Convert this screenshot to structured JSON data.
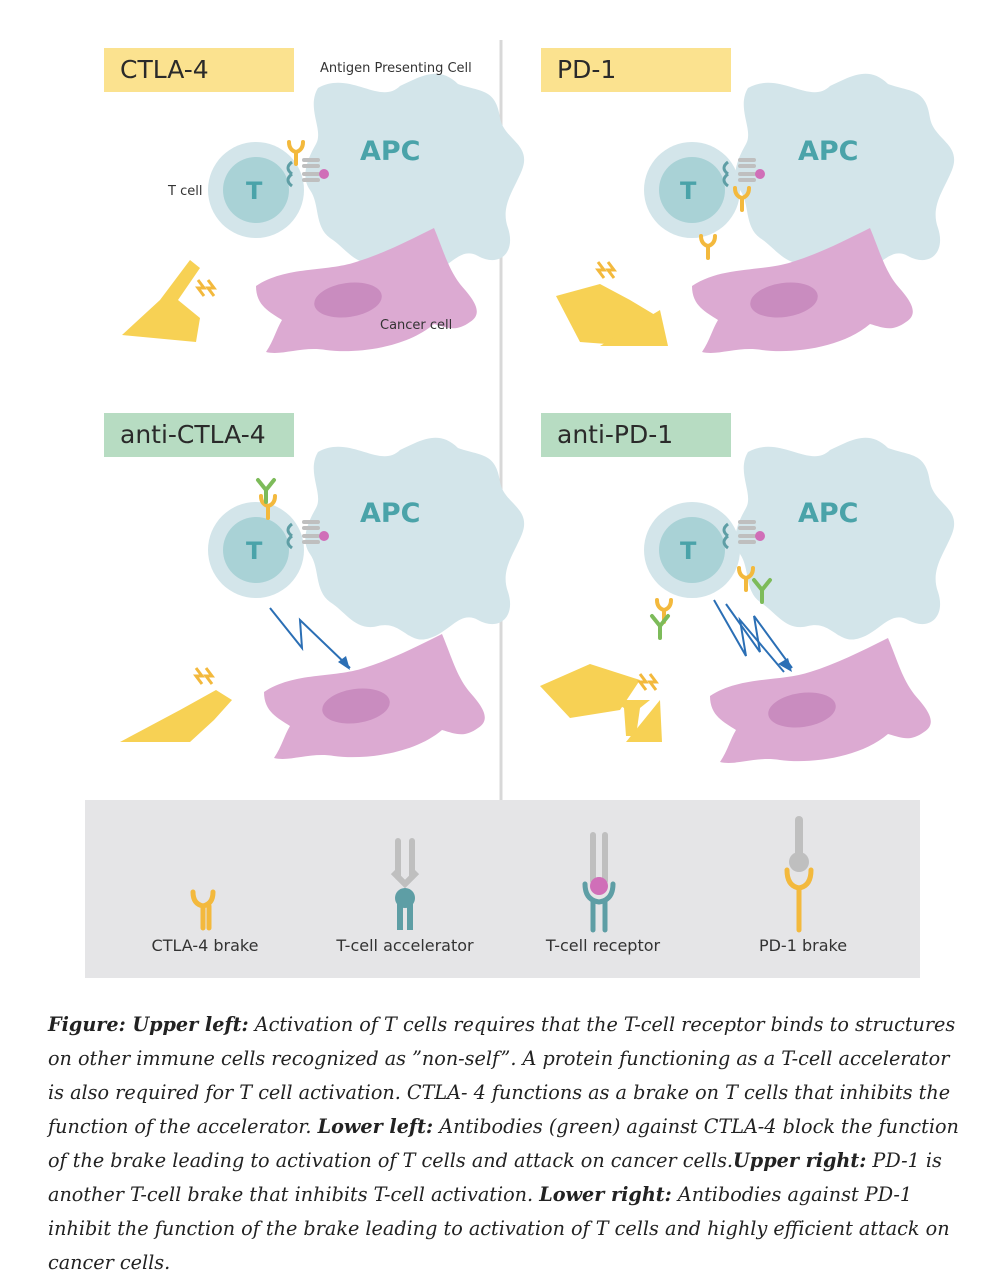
{
  "panels": {
    "top_left": {
      "label": "CTLA-4",
      "apc_text": "APC",
      "t_text": "T"
    },
    "top_right": {
      "label": "PD-1",
      "apc_text": "APC",
      "t_text": "T"
    },
    "bottom_left": {
      "label": "anti-CTLA-4",
      "apc_text": "APC",
      "t_text": "T"
    },
    "bottom_right": {
      "label": "anti-PD-1",
      "apc_text": "APC",
      "t_text": "T"
    }
  },
  "annotations": {
    "apc": "Antigen Presenting Cell",
    "t_cell": "T cell",
    "cancer_cell": "Cancer cell"
  },
  "legend": {
    "items": [
      {
        "label": "CTLA-4 brake",
        "icon": "ctla4-brake-icon"
      },
      {
        "label": "T-cell accelerator",
        "icon": "tcell-accelerator-icon"
      },
      {
        "label": "T-cell receptor",
        "icon": "tcell-receptor-icon"
      },
      {
        "label": "PD-1 brake",
        "icon": "pd1-brake-icon"
      }
    ]
  },
  "caption": {
    "s1_bold": "Figure: Upper left:",
    "s1": " Activation of T cells requires that the T-cell receptor binds to structures on other immune cells recognized as ”non-self”. A protein functioning as a T-cell accelerator is also required for T cell activation. CTLA- 4 functions as a brake on T cells that inhibits the function of the accelerator. ",
    "s2_bold": "Lower left:",
    "s2": " Antibodies (green) against CTLA-4 block the function of the brake leading to activation of T cells and attack on cancer cells.",
    "s3_bold": "Upper right:",
    "s3": " PD-1 is another T-cell brake that inhibits T-cell activation. ",
    "s4_bold": "Lower right:",
    "s4": " Antibodies against PD-1 inhibit the function of the brake leading to activation of T cells and highly efficient attack on cancer cells."
  },
  "colors": {
    "label_yellow": "#fbe28f",
    "label_green": "#b7dcc2",
    "apc_fill": "#d3e5ea",
    "t_inner": "#a9d2d6",
    "cancer_cell": "#dcaad2",
    "nucleus": "#c98cbf",
    "brake_yellow": "#f3b93d",
    "pedal_yellow": "#f7d154",
    "antibody_green": "#7dbb5a",
    "receptor_teal": "#5e9ea5",
    "attack_blue": "#2b6fb5",
    "legend_bg": "#e5e5e7"
  }
}
